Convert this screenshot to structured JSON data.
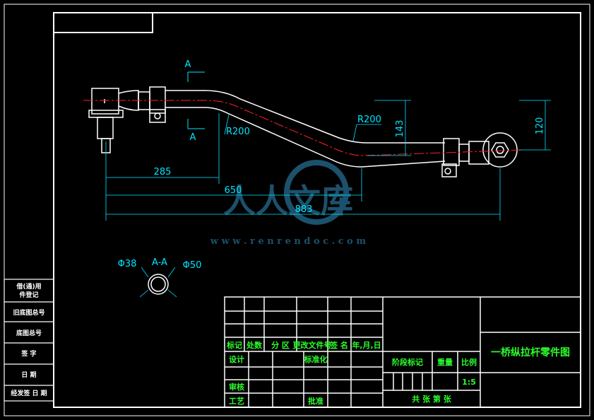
{
  "dimensions": {
    "d285": "285",
    "d650": "650",
    "d883": "883",
    "d143": "143",
    "d120": "120",
    "r200a": "R200",
    "r200b": "R200"
  },
  "section": {
    "label_top": "A",
    "label_bottom": "A",
    "title": "A-A",
    "inner_dia": "Φ38",
    "outer_dia": "Φ50"
  },
  "watermark": {
    "text": "人人文库",
    "url": "w w w . r e n r e n d o c . c o m"
  },
  "side_table": [
    "借(通)用",
    "件登记",
    "旧底图总号",
    "底图总号",
    "签 字",
    "日 期",
    "经发签 日 期"
  ],
  "title_block": {
    "drawing_name": "一桥纵拉杆零件图",
    "row_labels": [
      "标记",
      "处数",
      "分 区",
      "更改文件号",
      "签 名",
      "年,月,日"
    ],
    "design": "设计",
    "standardize": "标准化",
    "review": "审核",
    "process": "工艺",
    "approve": "批准",
    "stage_mark": "阶段标记",
    "weight": "重量",
    "scale_label": "比例",
    "scale_value": "1:5",
    "sheets": "共  张  第  张"
  },
  "colors": {
    "background": "#000000",
    "outline": "#ffffff",
    "dimension": "#00e5ff",
    "centerline": "#ff2020",
    "title_text": "#2cff2c"
  }
}
